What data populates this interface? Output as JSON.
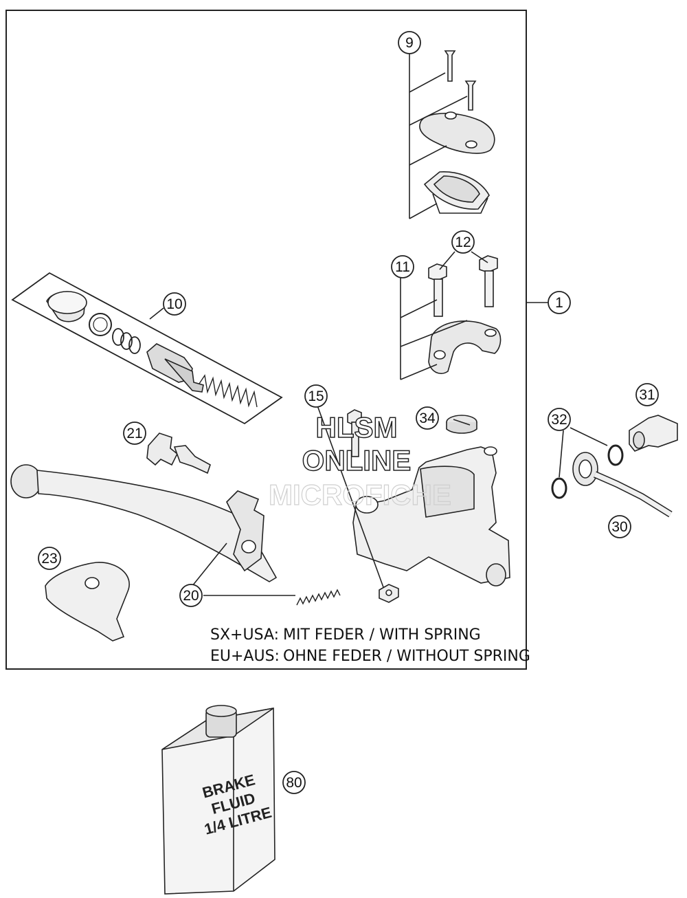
{
  "callouts": {
    "c1": "1",
    "c9": "9",
    "c10": "10",
    "c11": "11",
    "c12": "12",
    "c15": "15",
    "c20": "20",
    "c21": "21",
    "c23": "23",
    "c30": "30",
    "c31": "31",
    "c32": "32",
    "c34": "34",
    "c80": "80"
  },
  "notes": {
    "line1_region": "SX+USA:",
    "line1_text": "MIT FEDER / WITH SPRING",
    "line2_region": "EU+AUS:",
    "line2_text": "OHNE FEDER / WITHOUT SPRING"
  },
  "watermark": {
    "line1": "HLSM",
    "line2": "ONLINE",
    "line3": "MICROFICHE"
  },
  "container_label": {
    "line1": "BRAKE",
    "line2": "FLUID",
    "line3": "1/4 LITRE"
  }
}
